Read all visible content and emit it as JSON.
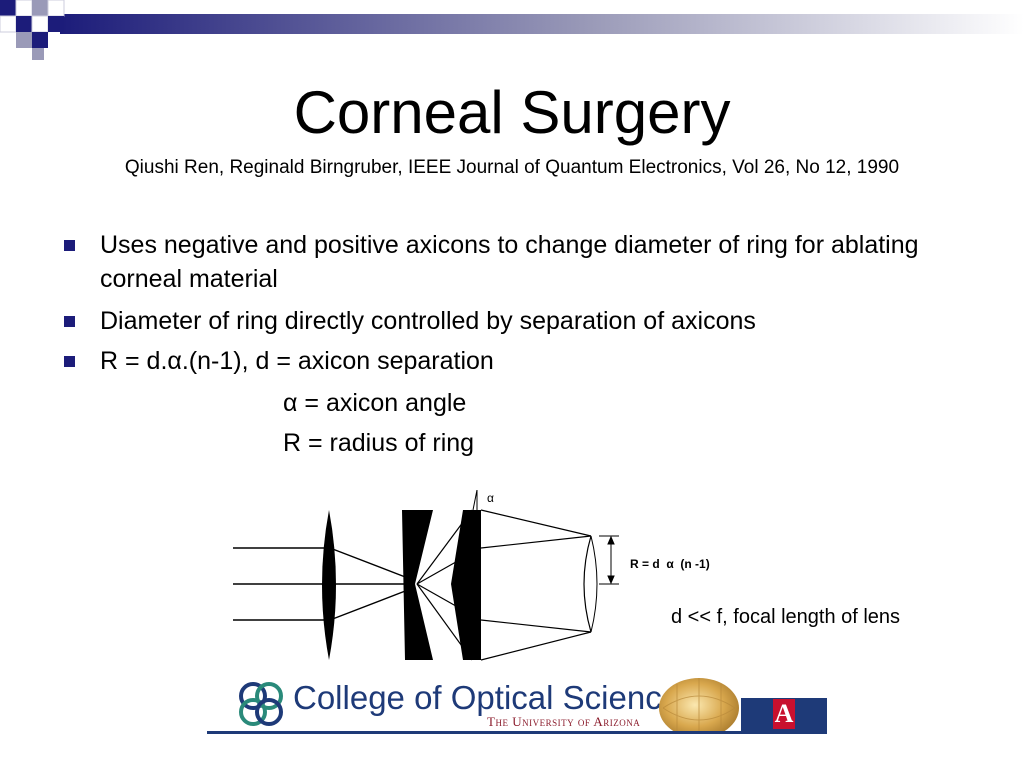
{
  "slide": {
    "title": "Corneal Surgery",
    "subtitle": "Qiushi Ren, Reginald Birngruber, IEEE Journal of Quantum Electronics, Vol 26, No 12, 1990",
    "bullets": [
      "Uses negative and positive axicons to change diameter of ring for ablating corneal material",
      "Diameter of ring directly controlled by separation of axicons",
      "R = d.α.(n-1), d = axicon separation"
    ],
    "indented": [
      "α = axicon angle",
      "R = radius of ring"
    ],
    "diagram": {
      "alpha_label": "α",
      "ring_formula": "R = d  α  (n -1)"
    },
    "focal_note": "d << f, focal length of lens"
  },
  "footer": {
    "logo_line_1": "College of Optical Sciences",
    "logo_line_2": "The University of Arizona",
    "logo_letter": "A"
  },
  "colors": {
    "bullet": "#1c1c7a",
    "header_dark": "#1c1c7a",
    "logo_blue": "#1e3a78",
    "logo_red": "#8b1c2c"
  }
}
